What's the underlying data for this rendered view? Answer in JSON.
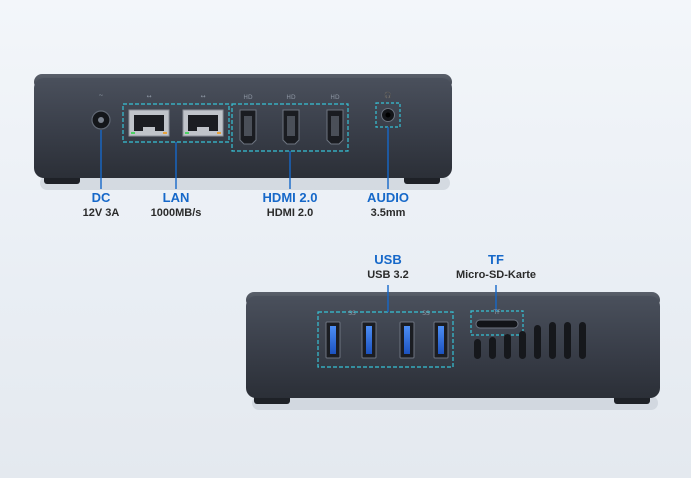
{
  "labels": {
    "dc": {
      "title": "DC",
      "sub": "12V 3A"
    },
    "lan": {
      "title": "LAN",
      "sub": "1000MB/s"
    },
    "hdmi": {
      "title": "HDMI 2.0",
      "sub": "HDMI 2.0"
    },
    "audio": {
      "title": "AUDIO",
      "sub": "3.5mm"
    },
    "usb": {
      "title": "USB",
      "sub": "USB 3.2"
    },
    "tf": {
      "title": "TF",
      "sub": "Micro-SD-Karte"
    }
  },
  "silkscreen": {
    "dc": "~",
    "lan": "↔",
    "hdmi": "HD",
    "audio": "🎧",
    "usb": "SS",
    "tf": "TF"
  },
  "colors": {
    "accent": "#1668c9",
    "highlight": "#36c2d6",
    "usb_blue": "#2f6fe0",
    "device_body": "#3d4350",
    "text_dark": "#2b2b2b"
  }
}
